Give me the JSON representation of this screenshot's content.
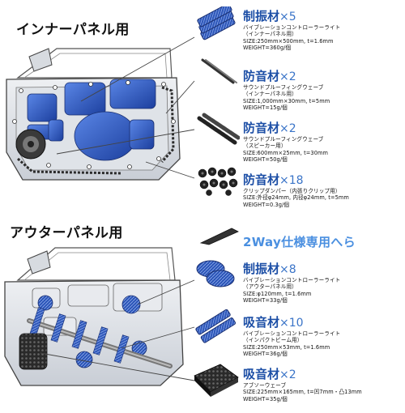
{
  "headings": {
    "inner": "インナーパネル用",
    "outer": "アウターパネル用",
    "two_way": "2Way仕様専用へら"
  },
  "colors": {
    "accent": "#1d4fa6",
    "count": "#3a74c8",
    "twoway": "#4a8fe0"
  },
  "inner_items": [
    {
      "name": "制振材",
      "count": "×5",
      "lines": [
        "バイブレーションコントローラーライト",
        "（インナーパネル用）",
        "SIZE:250mm×500mm, t=1.6mm",
        "WEIGHT=360g/個"
      ],
      "icon": "damping-sheet-stack-icon"
    },
    {
      "name": "防音材",
      "count": "×2",
      "lines": [
        "サウンドプルーフィングウェーブ",
        "（インナーパネル用）",
        "SIZE:1,000mm×30mm, t=5mm",
        "WEIGHT=15g/個"
      ],
      "icon": "soundproof-strip-icon"
    },
    {
      "name": "防音材",
      "count": "×2",
      "lines": [
        "サウンドプルーフィングウェーブ",
        "（スピーカー用）",
        "SIZE:600mm×25mm, t=30mm",
        "WEIGHT=50g/個"
      ],
      "icon": "speaker-foam-strip-icon"
    },
    {
      "name": "防音材",
      "count": "×18",
      "lines": [
        "クリップダンパー（内張りクリップ用）",
        "SIZE:外径φ24mm, 内径φ24mm, t=5mm",
        "WEIGHT=0.3g/個"
      ],
      "icon": "clip-damper-set-icon"
    }
  ],
  "outer_items": [
    {
      "name": "制振材",
      "count": "×8",
      "lines": [
        "バイブレーションコントローラーライト",
        "（アウターパネル用）",
        "SIZE:φ120mm, t=1.6mm",
        "WEIGHT=33g/個"
      ],
      "icon": "round-damping-pad-icon"
    },
    {
      "name": "吸音材",
      "count": "×10",
      "lines": [
        "バイブレーションコントローラーライト",
        "（インパクトビーム用）",
        "SIZE:250mm×53mm, t=1.6mm",
        "WEIGHT=36g/個"
      ],
      "icon": "impact-beam-strip-icon"
    },
    {
      "name": "吸音材",
      "count": "×2",
      "lines": [
        "アブソーウェーブ",
        "SIZE:225mm×165mm, t=凹7mm・凸13mm",
        "WEIGHT=35g/個"
      ],
      "icon": "absorber-wave-pad-icon"
    }
  ]
}
